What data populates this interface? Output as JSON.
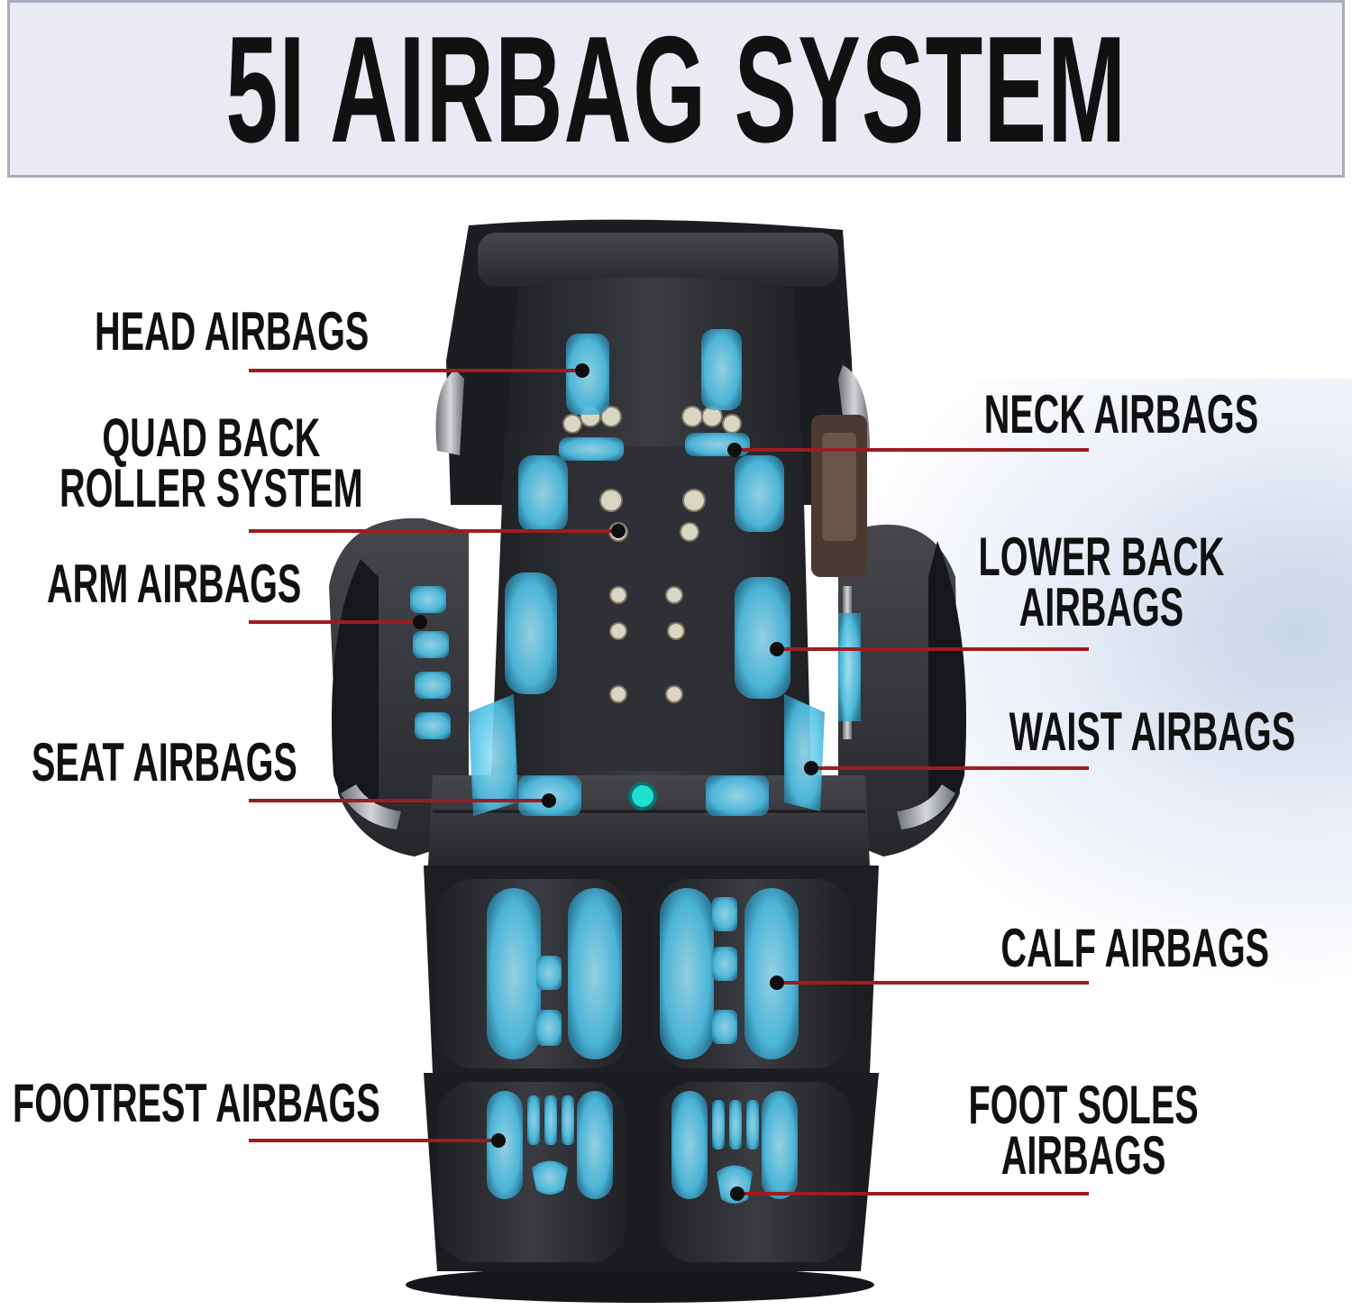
{
  "title": "5I AIRBAG SYSTEM",
  "colors": {
    "leader_line": "#9d1c20",
    "airbag": "#4fc3e8",
    "chair": "#2b2d31",
    "title_bg": "#e9eaf2"
  },
  "labels": {
    "head": "HEAD AIRBAGS",
    "quad_back_1": "QUAD BACK",
    "quad_back_2": "ROLLER SYSTEM",
    "arm": "ARM AIRBAGS",
    "seat": "SEAT AIRBAGS",
    "footrest": "FOOTREST AIRBAGS",
    "neck": "NECK AIRBAGS",
    "lower_back_1": "LOWER BACK",
    "lower_back_2": "AIRBAGS",
    "waist": "WAIST AIRBAGS",
    "calf": "CALF AIRBAGS",
    "foot_soles_1": "FOOT SOLES",
    "foot_soles_2": "AIRBAGS"
  }
}
